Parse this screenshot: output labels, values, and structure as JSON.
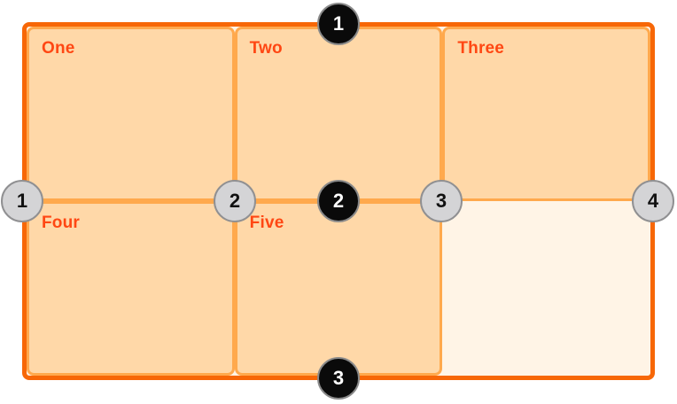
{
  "palette": {
    "page-bg": "#ffffff",
    "container-bg": "#fff4e6",
    "outer-border": "#f76707",
    "cell-fill": "#ffd8a8",
    "cell-border": "#ffa94d",
    "label-color": "#ff4713",
    "row-marker-bg": "#0a0a0a",
    "row-marker-text": "#ffffff",
    "row-marker-border": "#8a8a8a",
    "col-marker-bg": "#d4d4d6",
    "col-marker-text": "#111111",
    "col-marker-border": "#909092"
  },
  "grid": {
    "columns": 3,
    "rows": 2,
    "cells": [
      {
        "label": "One"
      },
      {
        "label": "Two"
      },
      {
        "label": "Three"
      },
      {
        "label": "Four"
      },
      {
        "label": "Five"
      },
      {
        "label": ""
      }
    ]
  },
  "markers": {
    "row_lines": [
      {
        "label": "1"
      },
      {
        "label": "2"
      },
      {
        "label": "3"
      }
    ],
    "column_lines": [
      {
        "label": "1"
      },
      {
        "label": "2"
      },
      {
        "label": "3"
      },
      {
        "label": "4"
      }
    ]
  }
}
